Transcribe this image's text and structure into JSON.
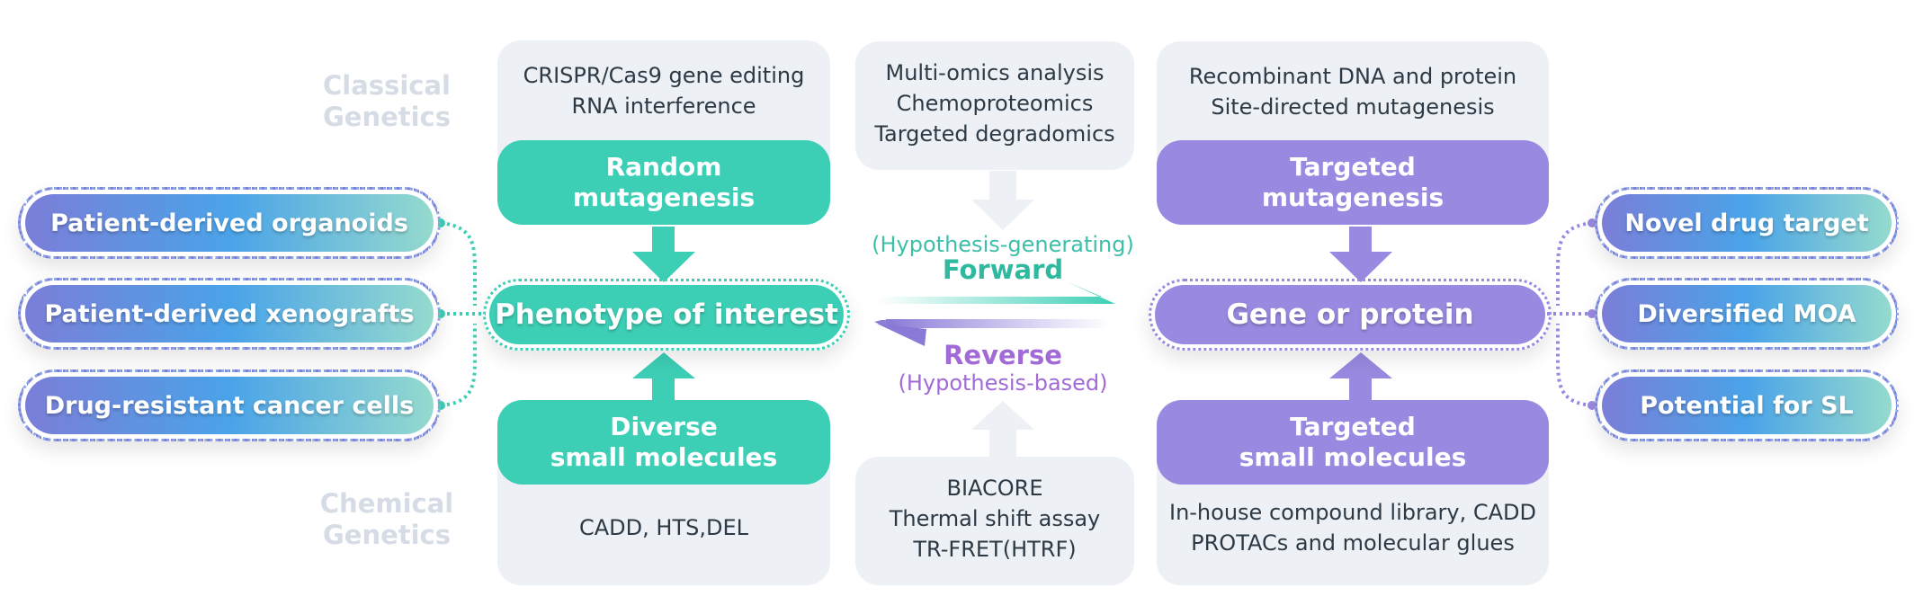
{
  "side_labels": {
    "classical": [
      "Classical",
      "Genetics"
    ],
    "chemical": [
      "Chemical",
      "Genetics"
    ]
  },
  "left_column": {
    "top_panel_lines": [
      "CRISPR/Cas9 gene editing",
      "RNA interference"
    ],
    "top_box_lines": [
      "Random",
      "mutagenesis"
    ],
    "center_label": "Phenotype of interest",
    "bottom_box_lines": [
      "Diverse",
      "small molecules"
    ],
    "bottom_panel_lines": [
      "CADD, HTS,DEL"
    ]
  },
  "middle_column": {
    "top_panel_lines": [
      "Multi-omics analysis",
      "Chemoproteomics",
      "Targeted degradomics"
    ],
    "forward_hypothesis": "(Hypothesis-generating)",
    "forward_label": "Forward",
    "reverse_label": "Reverse",
    "reverse_hypothesis": "(Hypothesis-based)",
    "bottom_panel_lines": [
      "BIACORE",
      "Thermal shift assay",
      "TR-FRET(HTRF)"
    ]
  },
  "right_column": {
    "top_panel_lines": [
      "Recombinant DNA and protein",
      "Site-directed mutagenesis"
    ],
    "top_box_lines": [
      "Targeted",
      "mutagenesis"
    ],
    "center_label": "Gene or protein",
    "bottom_box_lines": [
      "Targeted",
      "small molecules"
    ],
    "bottom_panel_lines": [
      "In-house compound library, CADD",
      "PROTACs and molecular glues"
    ]
  },
  "left_models": [
    "Patient-derived organoids",
    "Patient-derived xenografts",
    "Drug-resistant cancer cells"
  ],
  "right_outcomes": [
    "Novel drug target",
    "Diversified MOA",
    "Potential for SL"
  ],
  "colors": {
    "teal": "#3dcfb6",
    "purple": "#9a89e0",
    "panel_grey": "#edf0f5",
    "side_label_grey": "#d5dce5",
    "gradient_start": "#7b7ed8",
    "gradient_mid": "#4aa3e8",
    "gradient_end": "#95dace"
  }
}
